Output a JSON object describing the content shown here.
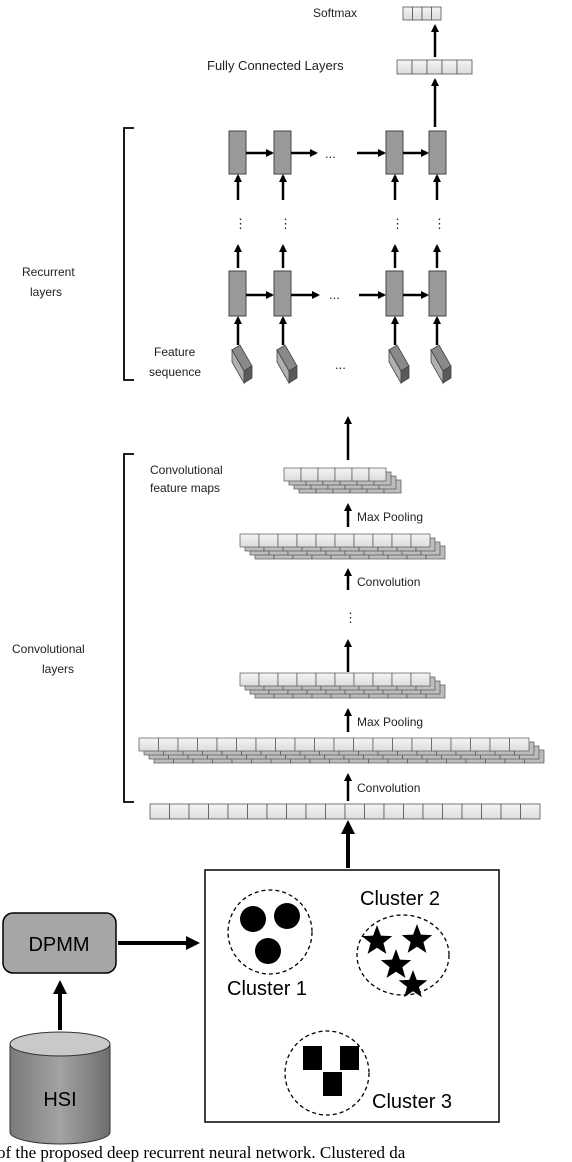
{
  "labels": {
    "softmax": "Softmax",
    "fully_connected": "Fully Connected Layers",
    "recurrent_line1": "Recurrent",
    "recurrent_line2": "layers",
    "feature_seq_line1": "Feature",
    "feature_seq_line2": "sequence",
    "conv_feature_maps_line1": "Convolutional",
    "conv_feature_maps_line2": "feature maps",
    "max_pooling_top": "Max Pooling",
    "convolution_top": "Convolution",
    "convolutional_layers_line1": "Convolutional",
    "convolutional_layers_line2": "layers",
    "max_pooling_bottom": "Max Pooling",
    "convolution_bottom": "Convolution",
    "ellipsis_h": "...",
    "ellipsis_v": "⋮"
  },
  "boxes": {
    "dpmm": "DPMM",
    "hsi": "HSI"
  },
  "clusters": [
    {
      "label": "Cluster 1",
      "marker": "circle"
    },
    {
      "label": "Cluster 2",
      "marker": "star"
    },
    {
      "label": "Cluster 3",
      "marker": "square"
    }
  ],
  "caption": "of the proposed deep recurrent neural network. Clustered da"
}
